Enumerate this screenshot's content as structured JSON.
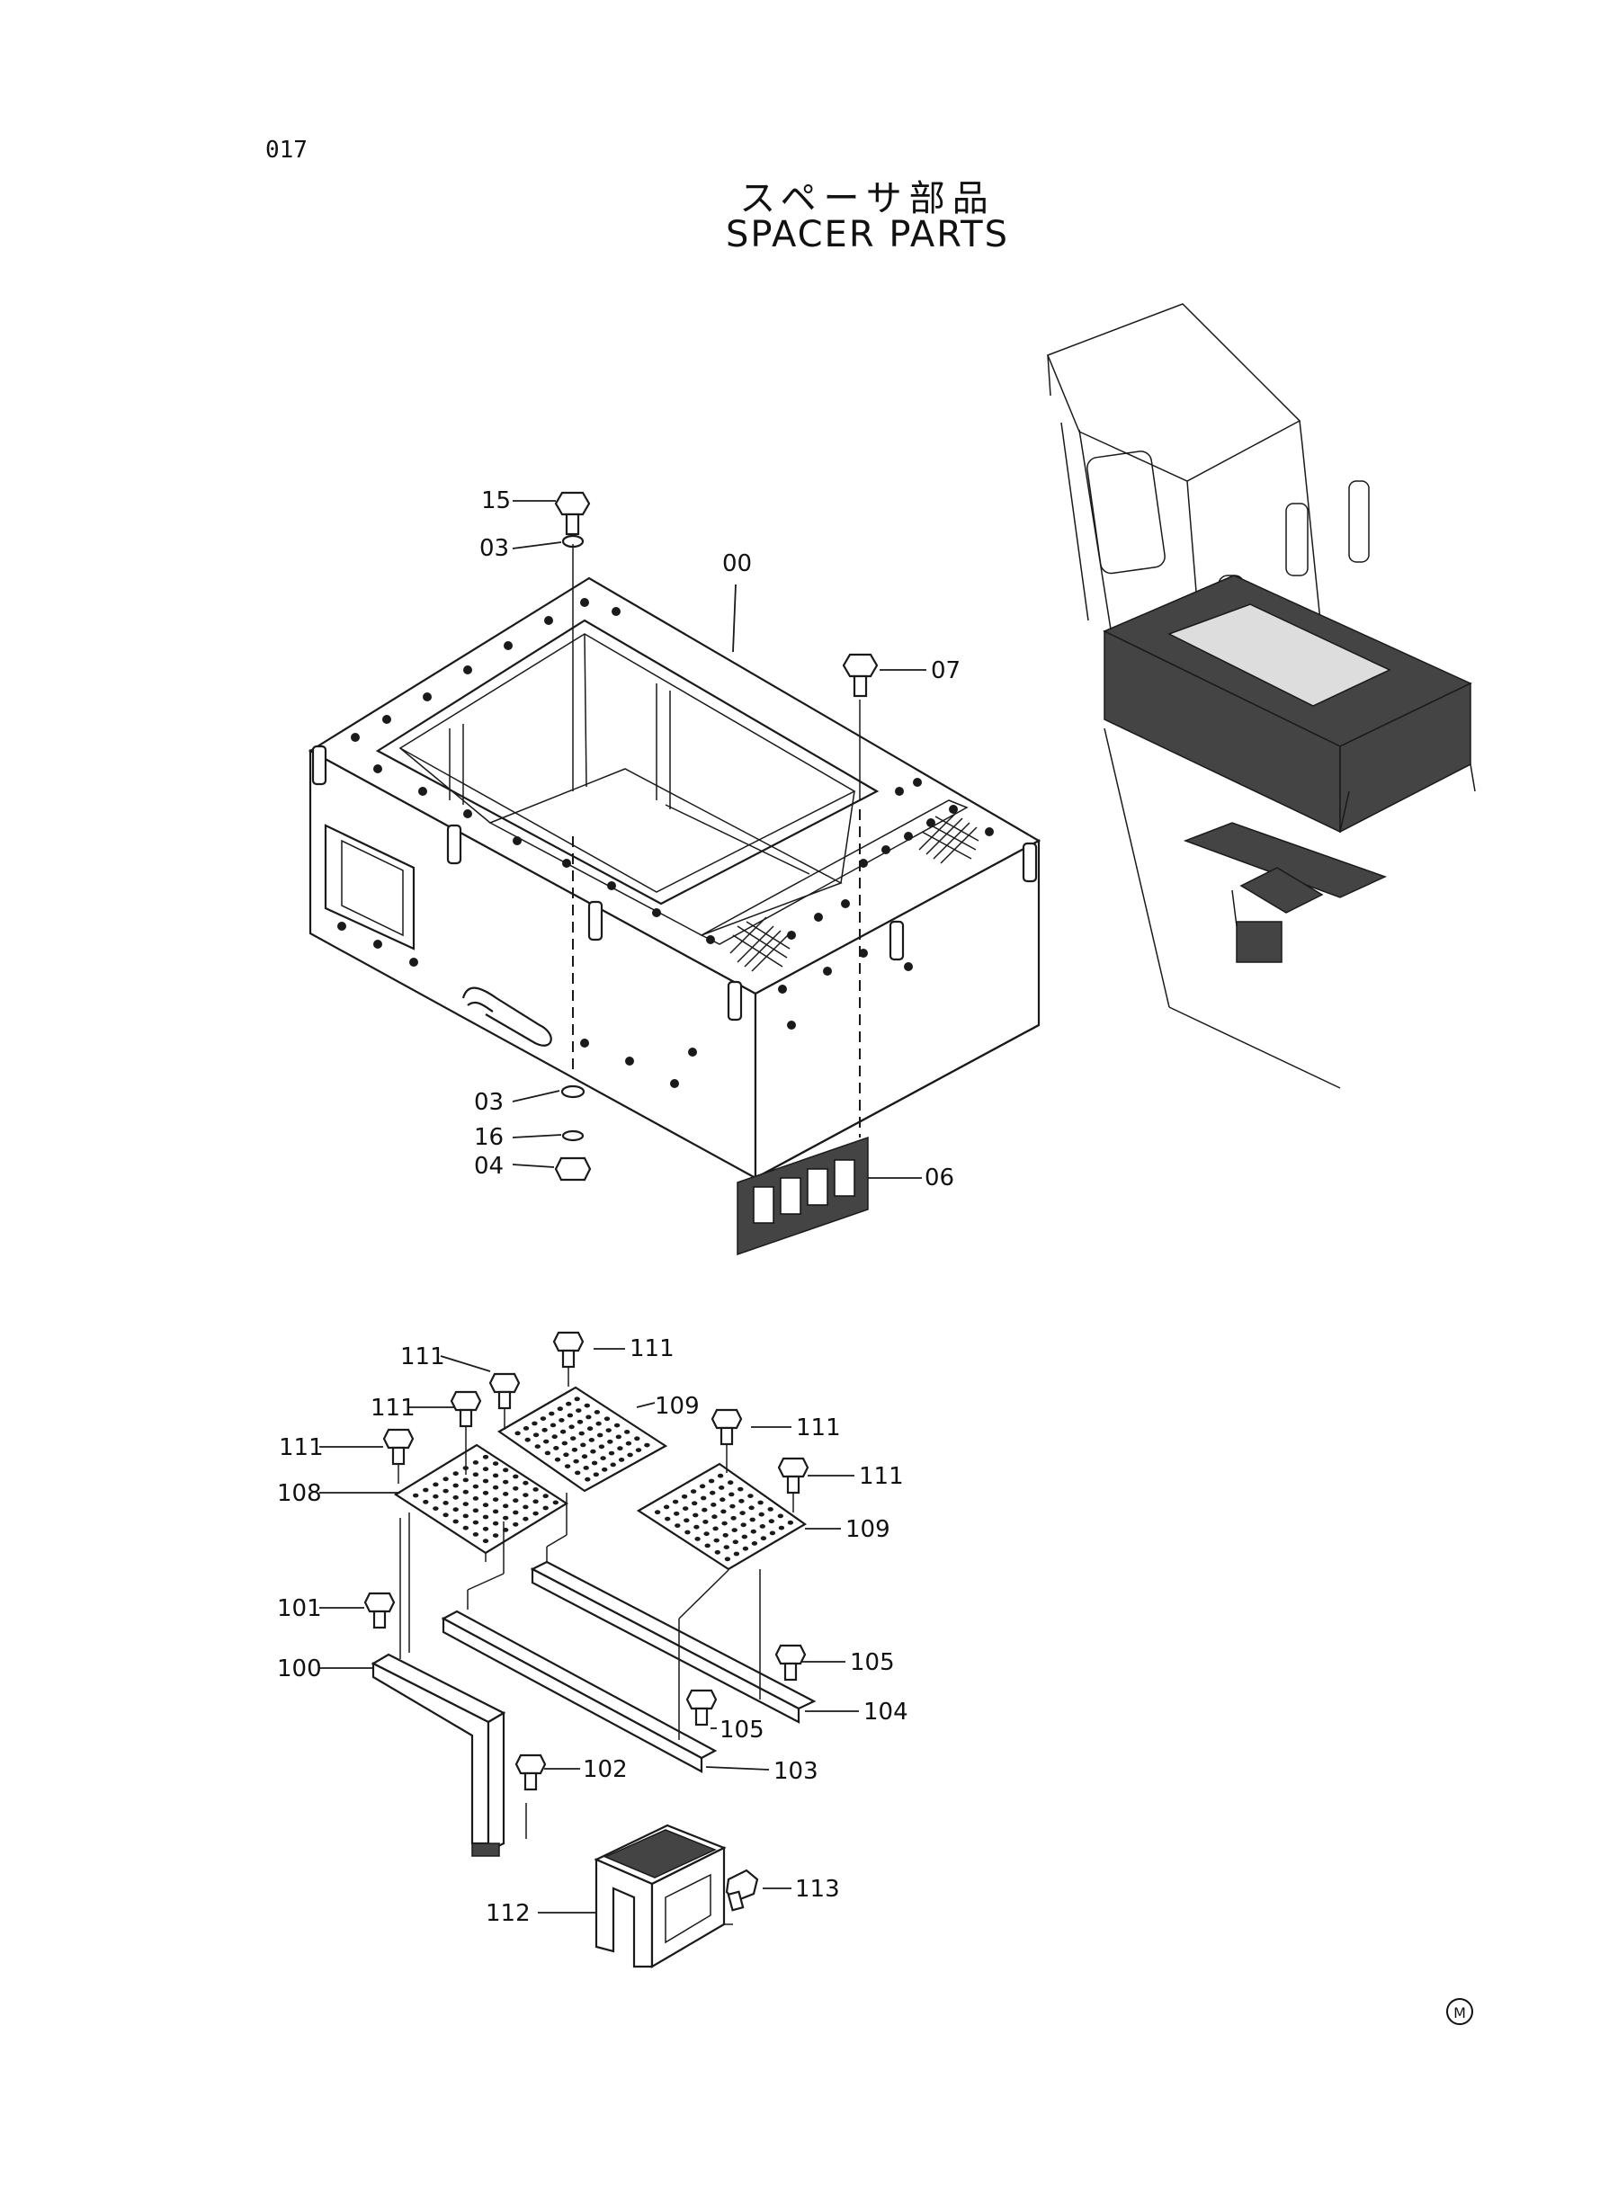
{
  "page_number": "017",
  "title_jp": "スペーサ部品",
  "title_en": "SPACER PARTS",
  "footer_mark": "M",
  "callouts": {
    "p15": "15",
    "p03a": "03",
    "p00": "00",
    "p07": "07",
    "p03b": "03",
    "p16": "16",
    "p04": "04",
    "p06": "06",
    "p111a": "111",
    "p111b": "111",
    "p111c": "111",
    "p111d": "111",
    "p111e": "111",
    "p111f": "111",
    "p109a": "109",
    "p108": "108",
    "p109b": "109",
    "p101": "101",
    "p100": "100",
    "p105a": "105",
    "p104": "104",
    "p105b": "105",
    "p102": "102",
    "p103": "103",
    "p112": "112",
    "p113": "113"
  }
}
